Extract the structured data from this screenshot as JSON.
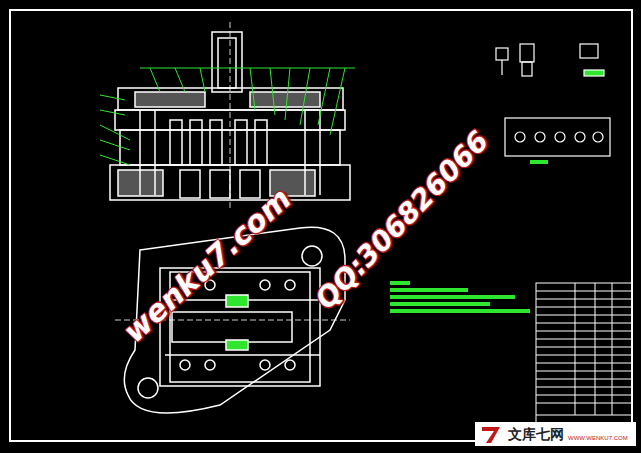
{
  "diagram": {
    "nodes": [
      {
        "text": [
          "文库七网",
          "WWW.WENKU7.COM"
        ]
      }
    ],
    "labels": [
      "wenku7.com",
      "QQ:306826066"
    ]
  }
}
